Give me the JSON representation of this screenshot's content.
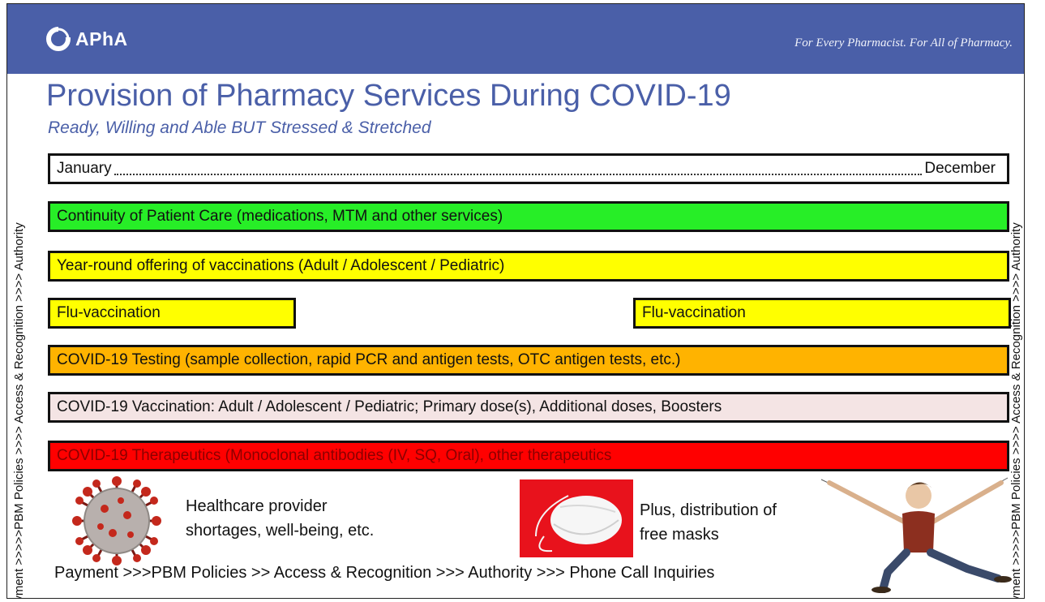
{
  "header": {
    "logo_text": "APhA",
    "tagline": "For Every Pharmacist. For All of Pharmacy."
  },
  "side_text": {
    "left": "Payment >>>>>PBM  Policies >>>> Access & Recognition >>>> Authority",
    "right": "Payment >>>>>PBM  Policies >>>> Access & Recognition >>>> Authority"
  },
  "title": "Provision of Pharmacy Services During COVID-19",
  "subtitle": "Ready, Willing and Able BUT Stressed & Stretched",
  "timeline": {
    "start": "January",
    "end": "December"
  },
  "bars": {
    "continuity": "Continuity of Patient Care (medications, MTM and other services)",
    "vaccinations": "Year-round offering of vaccinations (Adult / Adolescent / Pediatric)",
    "flu_1": "Flu-vaccination",
    "flu_2": "Flu-vaccination",
    "testing": "COVID-19 Testing   (sample collection, rapid PCR and antigen tests, OTC antigen tests, etc.)",
    "vaccination": "COVID-19 Vaccination:  Adult / Adolescent / Pediatric;  Primary dose(s), Additional doses, Boosters",
    "therapeutics": "COVID-19 Therapeutics (Monoclonal antibodies (IV, SQ, Oral), other therapeutics"
  },
  "notes": {
    "provider_line1": "Healthcare provider",
    "provider_line2": "shortages, well-being, etc.",
    "masks_line1": "Plus, distribution of",
    "masks_line2": "free masks"
  },
  "footer": "Payment >>>PBM Policies >> Access & Recognition >>> Authority >>> Phone Call Inquiries",
  "colors": {
    "banner": "#4a5fa8",
    "green": "#27ee27",
    "yellow": "#ffff00",
    "orange": "#ffb300",
    "pink": "#f4e4e4",
    "red": "#ff0000"
  },
  "icons": [
    "apha-logo-icon",
    "coronavirus-icon",
    "face-mask-icon",
    "stretched-man-illustration"
  ]
}
